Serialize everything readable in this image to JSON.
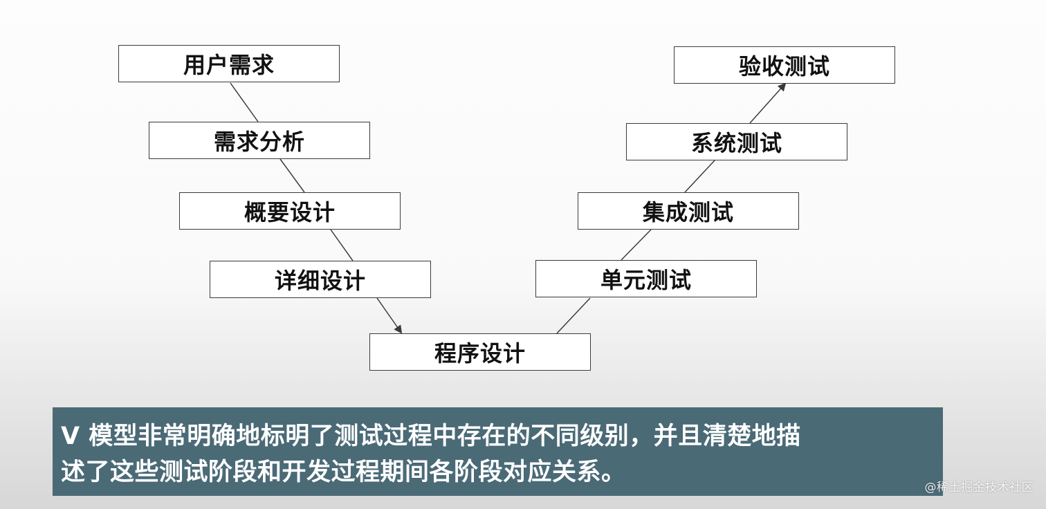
{
  "diagram": {
    "left_stages": [
      "用户需求",
      "需求分析",
      "概要设计",
      "详细设计"
    ],
    "bottom_stage": "程序设计",
    "right_stages": [
      "单元测试",
      "集成测试",
      "系统测试",
      "验收测试"
    ]
  },
  "subtitle": {
    "line1": "V 模型非常明确地标明了测试过程中存在的不同级别，并且清楚地描",
    "line2": "述了这些测试阶段和开发过程期间各阶段对应关系。"
  },
  "watermark": "@稀土掘金技术社区",
  "colors": {
    "subtitle_bg": "#4a6a76",
    "box_border": "#3a3a3a",
    "connector": "#3a3a3a"
  }
}
